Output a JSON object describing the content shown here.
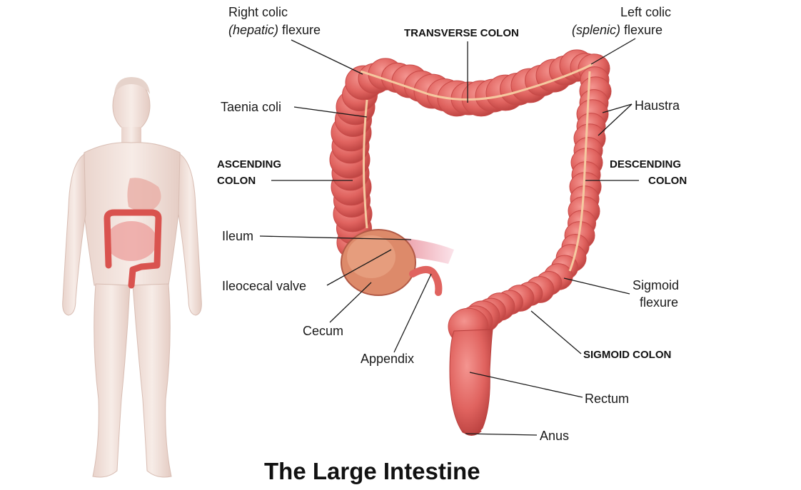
{
  "title": "The Large Intestine",
  "colors": {
    "colon_fill": "#e0635f",
    "colon_dark": "#c94a48",
    "colon_light": "#f08b86",
    "taenia": "#f5c9a0",
    "body_fill": "#f3e3dc",
    "leader": "#1a1a1a"
  },
  "labels": {
    "right_colic_1": "Right colic",
    "right_colic_2_italic": "(hepatic)",
    "right_colic_2_rest": " flexure",
    "transverse": "TRANSVERSE COLON",
    "left_colic_1": "Left colic",
    "left_colic_2_italic": "(splenic)",
    "left_colic_2_rest": " flexure",
    "taenia_coli": "Taenia coli",
    "haustra": "Haustra",
    "ascending_1": "ASCENDING",
    "ascending_2": "COLON",
    "descending_1": "DESCENDING",
    "descending_2": "COLON",
    "ileum": "Ileum",
    "ileocecal": "Ileocecal valve",
    "cecum": "Cecum",
    "appendix": "Appendix",
    "sigmoid_flexure_1": "Sigmoid",
    "sigmoid_flexure_2": "flexure",
    "sigmoid_colon": "SIGMOID COLON",
    "rectum": "Rectum",
    "anus": "Anus"
  }
}
